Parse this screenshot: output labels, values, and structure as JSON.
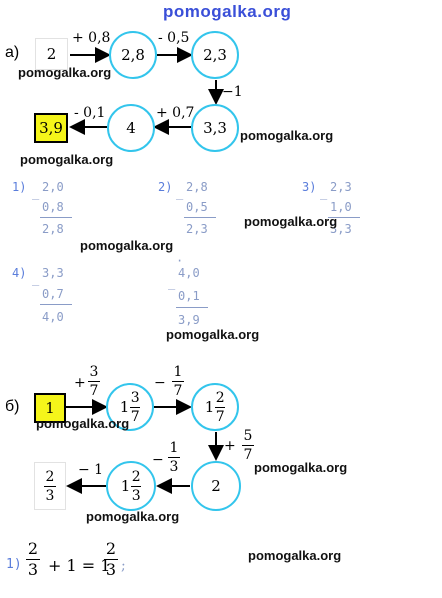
{
  "watermark": "pomogalka.org",
  "part_a": {
    "label": "а)",
    "start": "2",
    "op1": "+ 0,8",
    "n1": "2,8",
    "op2": "- 0,5",
    "n2": "2,3",
    "op3": "−1",
    "n3": "3,3",
    "op4": "+ 0,7",
    "n4": "4",
    "op5": "- 0,1",
    "result": "3,9"
  },
  "columns": [
    {
      "label": "1)",
      "minus": "_",
      "top": "2,0",
      "sub": "0,8",
      "res": "2,8"
    },
    {
      "label": "2)",
      "minus": "_",
      "top": "2,8",
      "sub": "0,5",
      "res": "2,3"
    },
    {
      "label": "3)",
      "minus": "_",
      "top": "2,3",
      "sub": "1,0",
      "res": "3,3"
    },
    {
      "label": "4)",
      "minus": "_",
      "top": "3,3",
      "sub": "0,7",
      "res": "4,0"
    },
    {
      "label": "",
      "minus": "_",
      "dot": "·",
      "top": "4,0",
      "sub": "0,1",
      "res": "3,9"
    }
  ],
  "part_b": {
    "label": "б)",
    "start": "1",
    "op1_sign": "+",
    "op1_num": "3",
    "op1_den": "7",
    "n1_whole": "1",
    "n1_num": "3",
    "n1_den": "7",
    "op2_sign": "−",
    "op2_num": "1",
    "op2_den": "7",
    "n2_whole": "1",
    "n2_num": "2",
    "n2_den": "7",
    "op3_sign": "+",
    "op3_num": "5",
    "op3_den": "7",
    "n3": "2",
    "op4_sign": "−",
    "op4_num": "1",
    "op4_den": "3",
    "n4_whole": "1",
    "n4_num": "2",
    "n4_den": "3",
    "op5": "− 1",
    "result_num": "2",
    "result_den": "3"
  },
  "final_eq": {
    "label": "1)",
    "a_num": "2",
    "a_den": "3",
    "plus_one": "+ 1 = 1",
    "b_num": "2",
    "b_den": "3",
    "tail": ";"
  },
  "colors": {
    "circle": "#33c5ec",
    "highlight": "#f5f51a",
    "watermark_top": "#3a4fd8",
    "column_text": "#8a9cc7"
  }
}
